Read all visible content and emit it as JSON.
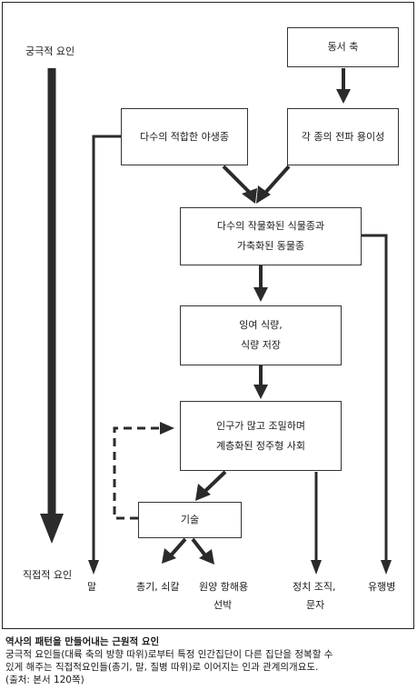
{
  "diagram": {
    "labels": {
      "ultimate": "궁극적 요인",
      "proximate": "직접적 요인"
    },
    "boxes": {
      "east_west": "동서 축",
      "wild_species": "다수의 적합한 야생종",
      "spread": "각 종의 전파 용이성",
      "domesticated": [
        "다수의 작물화된 식물종과",
        "가축화된 동물종"
      ],
      "surplus": [
        "잉여 식량,",
        "식량 저장"
      ],
      "society": [
        "인구가 많고 조밀하며",
        "계층화된 정주형 사회"
      ],
      "tech": "기술"
    },
    "outcomes": {
      "horse": "말",
      "guns": "총기, 쇠칼",
      "ships": [
        "원양 항해용",
        "선박"
      ],
      "politics": [
        "정치 조직,",
        "문자"
      ],
      "germs": "유행병"
    }
  },
  "caption": {
    "title": "역사의 패턴을 만들어내는 근원적 요인",
    "lines": [
      "궁극적 요인들(대륙 축의 방향 따위)로부터 특정 인간집단이 다른 집단을 정복할 수",
      "있게 해주는 직접적요인들(총기, 말, 질병 따위)로 이어지는 인과 관계의개요도.",
      "(출처: 본서 120쪽)"
    ]
  },
  "colors": {
    "arrow": "#2b2b2b",
    "border": "#333333"
  }
}
